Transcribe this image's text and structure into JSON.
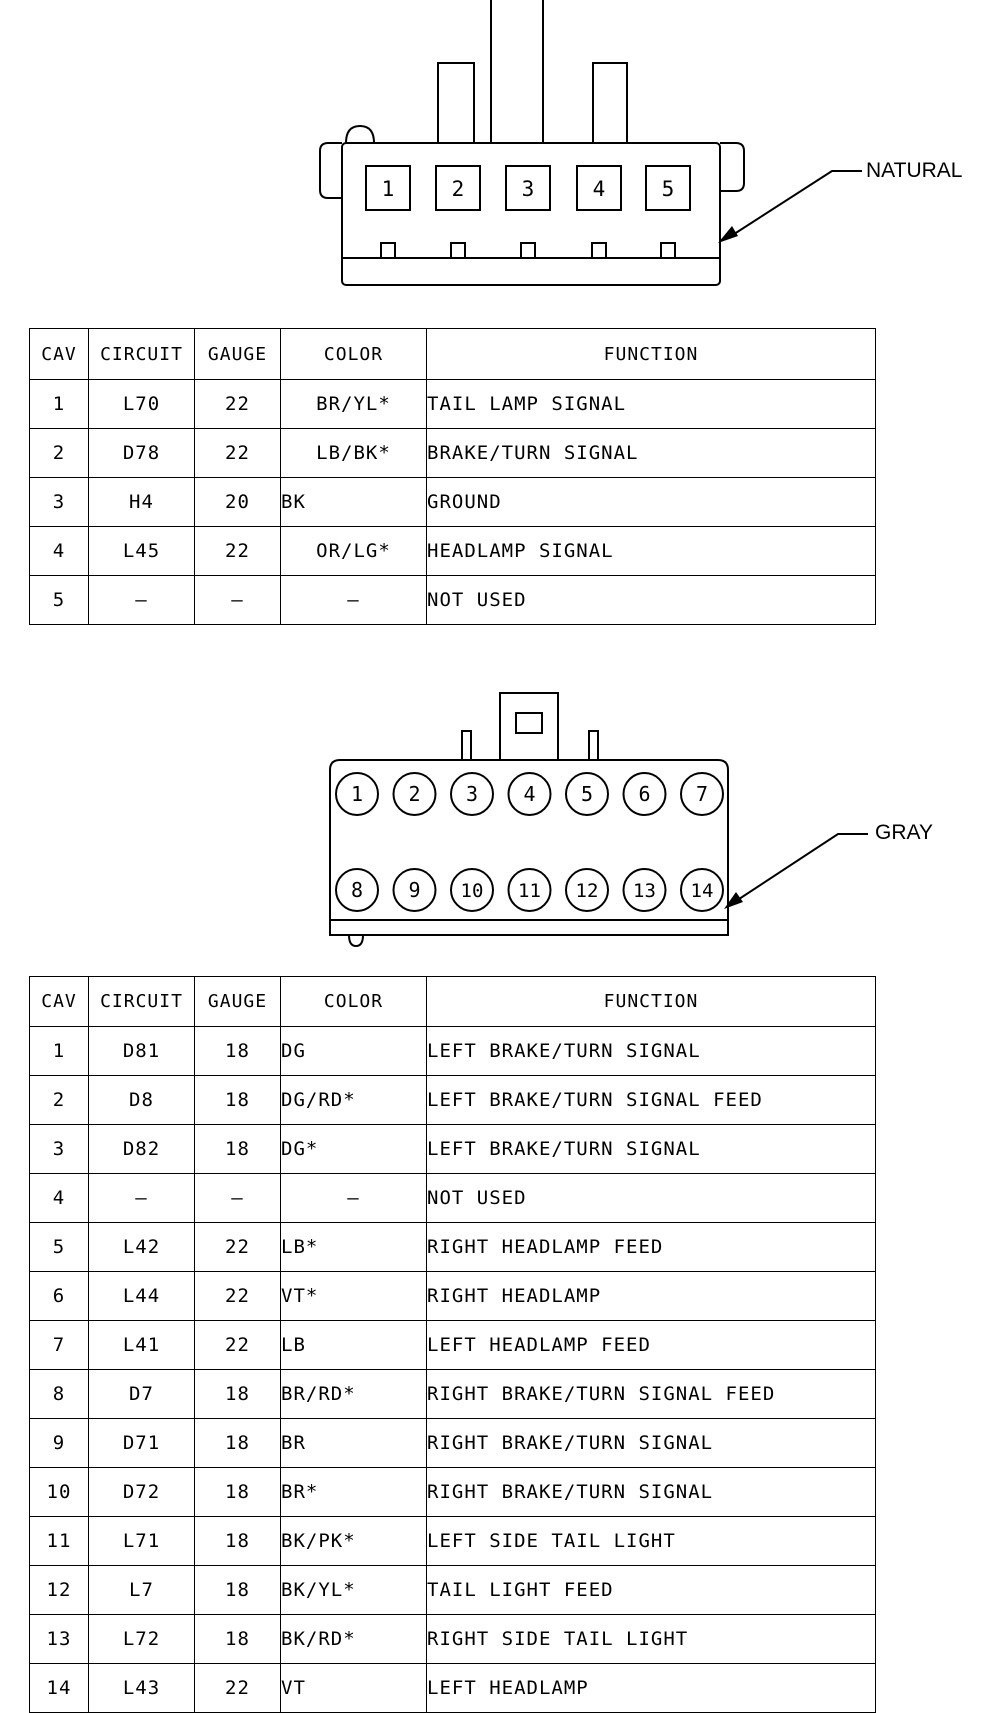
{
  "connector1": {
    "color_label": "NATURAL",
    "cavity_labels": [
      "1",
      "2",
      "3",
      "4",
      "5"
    ],
    "headers": [
      "CAV",
      "CIRCUIT",
      "GAUGE",
      "COLOR",
      "FUNCTION"
    ],
    "rows": [
      {
        "cav": "1",
        "circuit": "L70",
        "gauge": "22",
        "color": "BR/YL*",
        "function": "TAIL LAMP SIGNAL"
      },
      {
        "cav": "2",
        "circuit": "D78",
        "gauge": "22",
        "color": "LB/BK*",
        "function": "BRAKE/TURN SIGNAL"
      },
      {
        "cav": "3",
        "circuit": "H4",
        "gauge": "20",
        "color": "BK",
        "function": "GROUND"
      },
      {
        "cav": "4",
        "circuit": "L45",
        "gauge": "22",
        "color": "OR/LG*",
        "function": "HEADLAMP SIGNAL"
      },
      {
        "cav": "5",
        "circuit": "—",
        "gauge": "—",
        "color": "—",
        "function": "NOT USED"
      }
    ]
  },
  "connector2": {
    "color_label": "GRAY",
    "cavity_labels": [
      "1",
      "2",
      "3",
      "4",
      "5",
      "6",
      "7",
      "8",
      "9",
      "10",
      "11",
      "12",
      "13",
      "14"
    ],
    "headers": [
      "CAV",
      "CIRCUIT",
      "GAUGE",
      "COLOR",
      "FUNCTION"
    ],
    "rows": [
      {
        "cav": "1",
        "circuit": "D81",
        "gauge": "18",
        "color": "DG",
        "function": "LEFT BRAKE/TURN SIGNAL"
      },
      {
        "cav": "2",
        "circuit": "D8",
        "gauge": "18",
        "color": "DG/RD*",
        "function": "LEFT BRAKE/TURN SIGNAL FEED"
      },
      {
        "cav": "3",
        "circuit": "D82",
        "gauge": "18",
        "color": "DG*",
        "function": "LEFT BRAKE/TURN SIGNAL"
      },
      {
        "cav": "4",
        "circuit": "—",
        "gauge": "—",
        "color": "—",
        "function": "NOT USED"
      },
      {
        "cav": "5",
        "circuit": "L42",
        "gauge": "22",
        "color": "LB*",
        "function": "RIGHT HEADLAMP FEED"
      },
      {
        "cav": "6",
        "circuit": "L44",
        "gauge": "22",
        "color": "VT*",
        "function": "RIGHT HEADLAMP"
      },
      {
        "cav": "7",
        "circuit": "L41",
        "gauge": "22",
        "color": "LB",
        "function": "LEFT HEADLAMP FEED"
      },
      {
        "cav": "8",
        "circuit": "D7",
        "gauge": "18",
        "color": "BR/RD*",
        "function": "RIGHT BRAKE/TURN SIGNAL FEED"
      },
      {
        "cav": "9",
        "circuit": "D71",
        "gauge": "18",
        "color": "BR",
        "function": "RIGHT BRAKE/TURN SIGNAL"
      },
      {
        "cav": "10",
        "circuit": "D72",
        "gauge": "18",
        "color": "BR*",
        "function": "RIGHT BRAKE/TURN SIGNAL"
      },
      {
        "cav": "11",
        "circuit": "L71",
        "gauge": "18",
        "color": "BK/PK*",
        "function": "LEFT SIDE TAIL LIGHT"
      },
      {
        "cav": "12",
        "circuit": "L7",
        "gauge": "18",
        "color": "BK/YL*",
        "function": "TAIL LIGHT FEED"
      },
      {
        "cav": "13",
        "circuit": "L72",
        "gauge": "18",
        "color": "BK/RD*",
        "function": "RIGHT SIDE TAIL LIGHT"
      },
      {
        "cav": "14",
        "circuit": "L43",
        "gauge": "22",
        "color": "VT",
        "function": "LEFT HEADLAMP"
      }
    ]
  }
}
